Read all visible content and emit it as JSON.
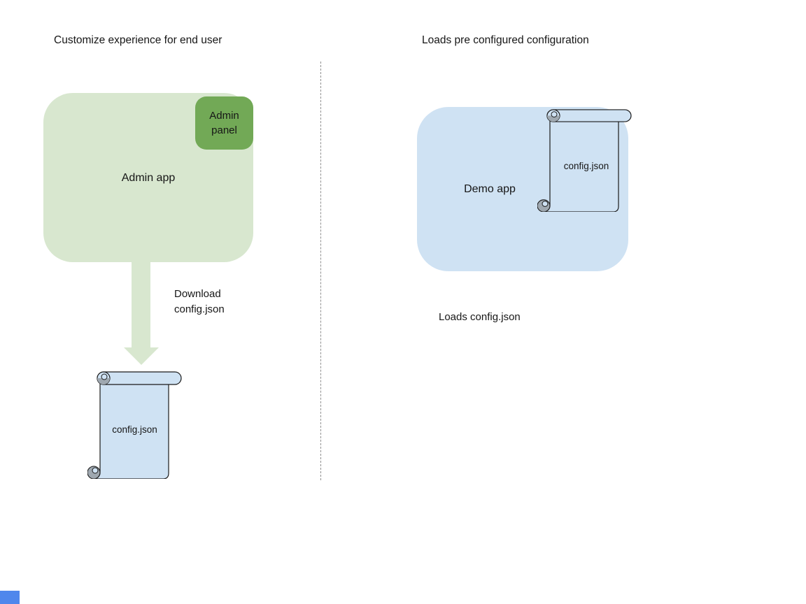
{
  "colors": {
    "light-green": "#d8e7cf",
    "mid-green": "#72a956",
    "light-blue": "#cfe2f3",
    "curl-gray": "#9fa8b0",
    "outline": "#1a1a1a",
    "divider-gray": "#8f8f8f",
    "corner-blue": "#4f87ec",
    "text": "#161616"
  },
  "left": {
    "heading": "Customize experience for end user",
    "admin_app_label": "Admin app",
    "admin_panel_label": "Admin panel",
    "arrow_label_line1": "Download",
    "arrow_label_line2": "config.json",
    "config_file_label": "config.json"
  },
  "right": {
    "heading": "Loads pre configured configuration",
    "demo_app_label": "Demo app",
    "config_file_label": "config.json",
    "caption": "Loads config.json"
  }
}
